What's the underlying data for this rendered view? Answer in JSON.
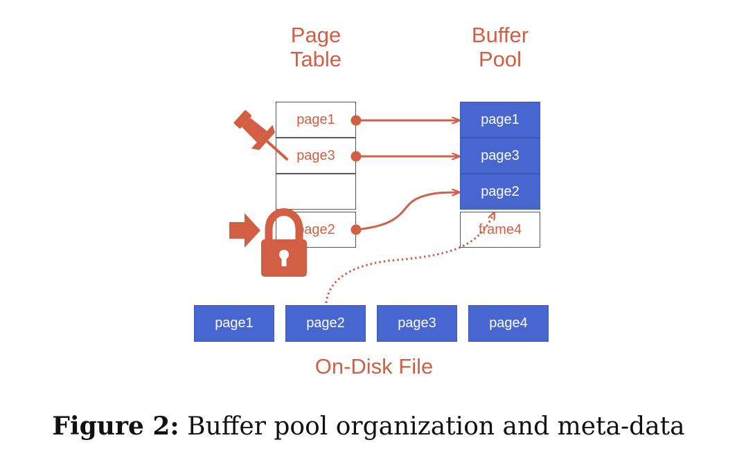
{
  "headers": {
    "page_table": [
      "Page",
      "Table"
    ],
    "buffer_pool": [
      "Buffer",
      "Pool"
    ]
  },
  "page_table": [
    "page1",
    "page3",
    "",
    "page2"
  ],
  "buffer_pool": [
    "page1",
    "page3",
    "page2",
    "frame4"
  ],
  "disk": {
    "pages": [
      "page1",
      "page2",
      "page3",
      "page4"
    ],
    "label": "On-Disk File"
  },
  "caption": {
    "label": "Figure 2:",
    "text": "Buffer pool organization and meta-data"
  },
  "colors": {
    "accent": "#d25f44",
    "frame_fill": "#4866cf",
    "border": "#555555"
  },
  "icons": [
    "pushpin-icon",
    "arrow-right-icon",
    "padlock-icon"
  ]
}
